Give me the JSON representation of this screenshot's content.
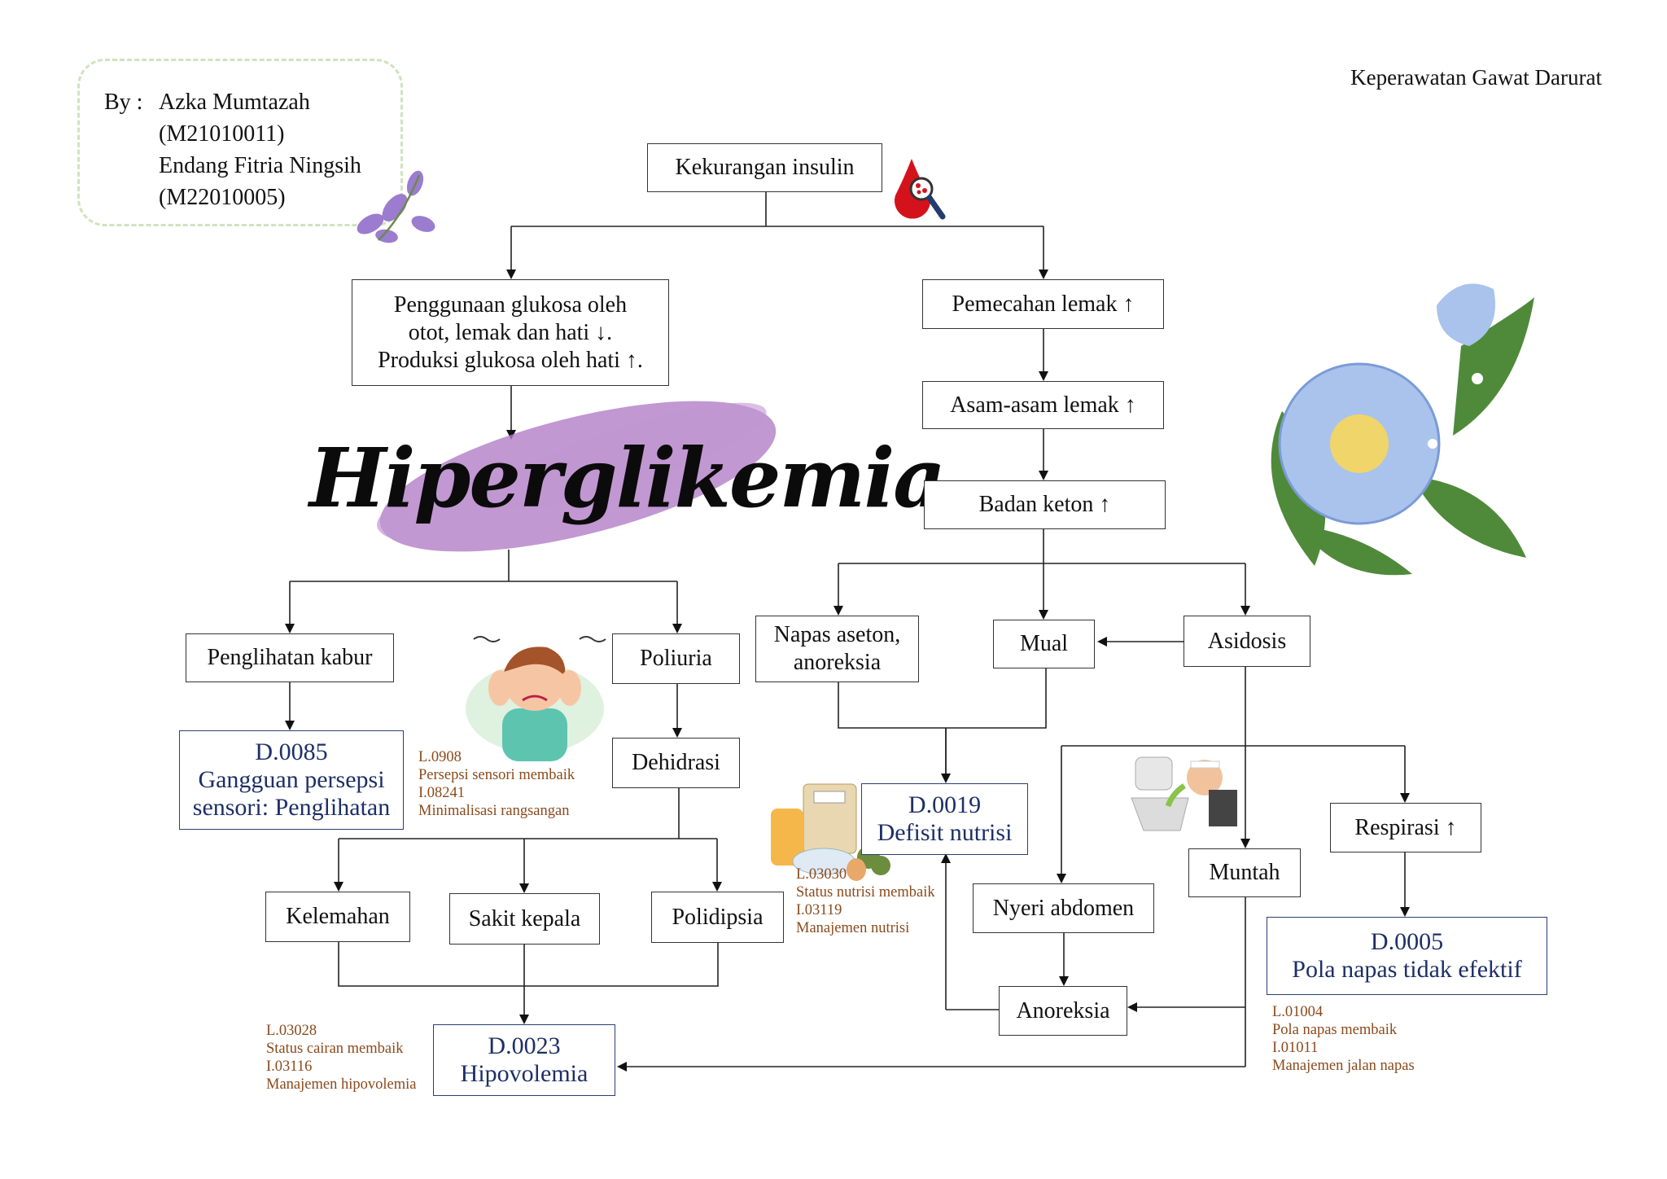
{
  "header": {
    "course": "Keperawatan Gawat Darurat"
  },
  "credits": {
    "by_label": "By :",
    "lines": [
      "Azka Mumtazah",
      "(M21010011)",
      "Endang Fitria Ningsih",
      "(M22010005)"
    ]
  },
  "title": "Hiperglikemia",
  "nodes": {
    "kekurangan_insulin": "Kekurangan insulin",
    "penggunaan_glukosa": "Penggunaan glukosa oleh\notot, lemak dan hati ↓.\nProduksi glukosa oleh hati ↑.",
    "pemecahan_lemak": "Pemecahan lemak ↑",
    "asam_lemak": "Asam-asam lemak ↑",
    "badan_keton": "Badan keton ↑",
    "penglihatan_kabur": "Penglihatan kabur",
    "poliuria": "Poliuria",
    "dehidrasi": "Dehidrasi",
    "kelemahan": "Kelemahan",
    "sakit_kepala": "Sakit kepala",
    "polidipsia": "Polidipsia",
    "napas_aseton": "Napas aseton,\nanoreksia",
    "mual": "Mual",
    "asidosis": "Asidosis",
    "nyeri_abdomen": "Nyeri abdomen",
    "anoreksia": "Anoreksia",
    "muntah": "Muntah",
    "respirasi": "Respirasi ↑"
  },
  "diagnoses": {
    "d0085": "D.0085\nGangguan persepsi\nsensori: Penglihatan",
    "d0019": "D.0019\nDefisit nutrisi",
    "d0023": "D.0023\nHipovolemia",
    "d0005": "D.0005\nPola napas tidak efektif"
  },
  "notes": {
    "n_d0085": "L.0908\nPersepsi sensori membaik\nI.08241\nMinimalisasi rangsangan",
    "n_d0019": "L.03030\nStatus nutrisi membaik\nI.03119\nManajemen nutrisi",
    "n_d0023": "L.03028\nStatus cairan membaik\nI.03116\nManajemen hipovolemia",
    "n_d0005": "L.01004\nPola napas membaik\nI.01011\nManajemen jalan napas"
  },
  "colors": {
    "diagnosis_border": "#2a3f73",
    "diagnosis_text": "#1d2f66",
    "note_text": "#8b4a1c",
    "credit_border": "#cfe3bf",
    "title_brush": "#b07cc6"
  },
  "icons": [
    "blood-drop-magnifier-icon",
    "lavender-flower-icon",
    "blue-flower-icon",
    "headache-boy-icon",
    "vomiting-person-icon",
    "nutrition-food-icon"
  ]
}
